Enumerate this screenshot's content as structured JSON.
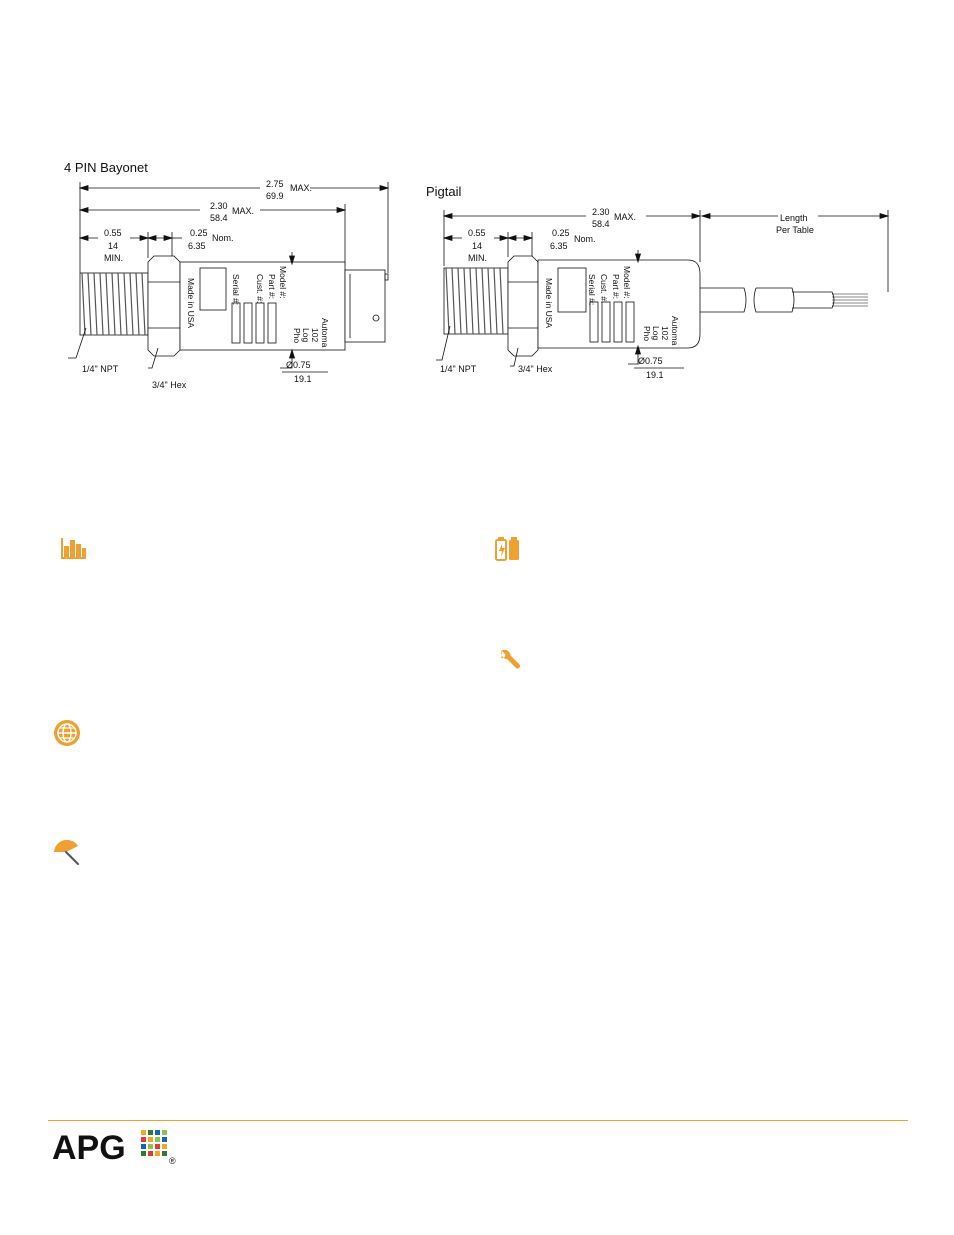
{
  "drawings": {
    "bayonet": {
      "title": "4 PIN Bayonet",
      "dims": {
        "overall": {
          "top": "2.75",
          "bottom": "69.9",
          "suffix": "MAX."
        },
        "body": {
          "top": "2.30",
          "bottom": "58.4",
          "suffix": "MAX."
        },
        "thread": {
          "top": "0.55",
          "bottom": "14",
          "suffix": "MIN."
        },
        "hex_gap": {
          "top": "0.25",
          "bottom": "6.35",
          "suffix": "Nom."
        },
        "diameter": {
          "top": "Ø0.75",
          "bottom": "19.1"
        }
      },
      "callouts": {
        "thread": "1/4\" NPT",
        "hex": "3/4\" Hex"
      },
      "label": {
        "made": "Made in USA",
        "model": "Model #:",
        "part": "Part #:",
        "cust": "Cust. #:",
        "serial": "Serial #:",
        "brand": "Automa",
        "brand2": "102",
        "brand3": "Log",
        "brand4": "Pho"
      }
    },
    "pigtail": {
      "title": "Pigtail",
      "dims": {
        "body": {
          "top": "2.30",
          "bottom": "58.4",
          "suffix": "MAX."
        },
        "thread": {
          "top": "0.55",
          "bottom": "14",
          "suffix": "MIN."
        },
        "hex_gap": {
          "top": "0.25",
          "bottom": "6.35",
          "suffix": "Nom."
        },
        "diameter": {
          "top": "Ø0.75",
          "bottom": "19.1"
        },
        "length": {
          "top": "Length",
          "bottom": "Per Table"
        }
      },
      "callouts": {
        "thread": "1/4\" NPT",
        "hex": "3/4\" Hex"
      },
      "label": {
        "made": "Made in USA",
        "model": "Model #:",
        "part": "Part #:",
        "cust": "Cust. #:",
        "serial": "Serial #:",
        "brand": "Automa",
        "brand2": "102",
        "brand3": "Log",
        "brand4": "Pho"
      }
    }
  },
  "icons": [
    {
      "name": "bar-chart-icon",
      "color": "#f0a030"
    },
    {
      "name": "battery-icon",
      "color": "#f0a030"
    },
    {
      "name": "wrench-icon",
      "color": "#f0a030"
    },
    {
      "name": "globe-icon",
      "color": "#f0a030"
    },
    {
      "name": "umbrella-icon",
      "color": "#f0a030"
    }
  ],
  "footer": {
    "accent": "#f0a030",
    "logo_text": "APG",
    "registered": "®"
  }
}
